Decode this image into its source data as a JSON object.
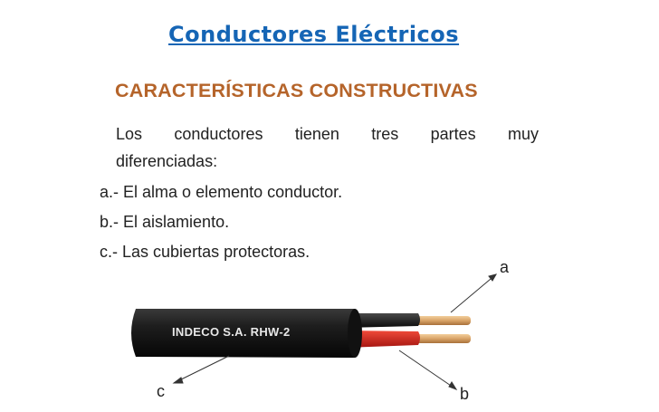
{
  "title": "Conductores Eléctricos",
  "subtitle": "CARACTERÍSTICAS CONSTRUCTIVAS",
  "intro_line1_words": [
    "Los",
    "conductores",
    "tienen",
    "tres",
    "partes",
    "muy"
  ],
  "intro_line2": "diferenciadas:",
  "parts": [
    {
      "prefix": "a.-",
      "text": "El alma o elemento conductor."
    },
    {
      "prefix": "b.-",
      "text": "El aislamiento."
    },
    {
      "prefix": "c.-",
      "text": "Las cubiertas protectoras."
    }
  ],
  "callouts": {
    "a": "a",
    "b": "b",
    "c": "c"
  },
  "cable_label": "INDECO S.A.  RHW-2",
  "colors": {
    "title": "#1565b5",
    "subtitle": "#b5642a",
    "sheath": "#1a1a1a",
    "insulation_red": "#d9261c",
    "copper": "#d9a468"
  }
}
